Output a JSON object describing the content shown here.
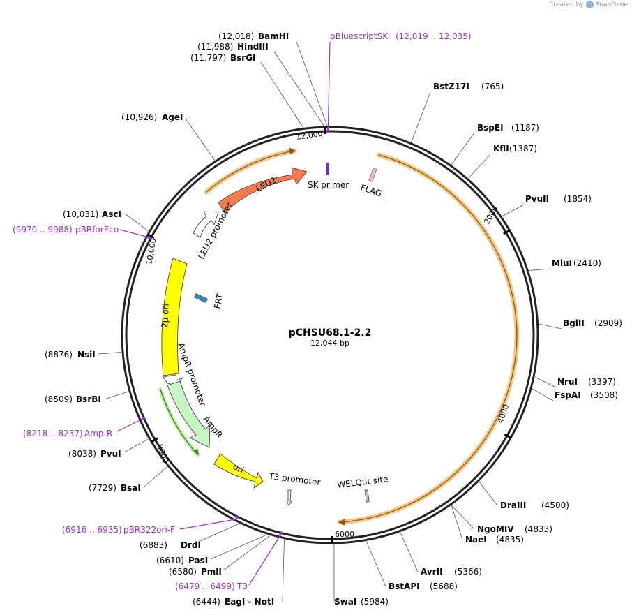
{
  "credit": {
    "prefix": "Created by",
    "brand": "SnapGene",
    "icon": "snapgene-logo-icon"
  },
  "plasmid": {
    "name": "pCHSU68.1-2.2",
    "length_label": "12,044 bp",
    "length": 12044
  },
  "ticks": [
    {
      "pos": 2000,
      "label": "2000"
    },
    {
      "pos": 4000,
      "label": "4000"
    },
    {
      "pos": 6000,
      "label": "6000"
    },
    {
      "pos": 8000,
      "label": "8000"
    },
    {
      "pos": 10000,
      "label": "10,000"
    },
    {
      "pos": 12000,
      "label": "12,000"
    }
  ],
  "sites": [
    {
      "name": "BamHI",
      "pos_label": "(12,018)",
      "pos": 12018,
      "type": "enzyme"
    },
    {
      "name": "HindIII",
      "pos_label": "(11,988)",
      "pos": 11988,
      "type": "enzyme"
    },
    {
      "name": "BsrGI",
      "pos_label": "(11,797)",
      "pos": 11797,
      "type": "enzyme"
    },
    {
      "name": "pBluescriptSK",
      "pos_label": "(12,019 .. 12,035)",
      "pos": 12027,
      "type": "primer"
    },
    {
      "name": "BstZ17I",
      "pos_label": "(765)",
      "pos": 765,
      "type": "enzyme"
    },
    {
      "name": "BspEI",
      "pos_label": "(1187)",
      "pos": 1187,
      "type": "enzyme"
    },
    {
      "name": "KflI",
      "pos_label": "(1387)",
      "pos": 1387,
      "type": "enzyme"
    },
    {
      "name": "PvuII",
      "pos_label": "(1854)",
      "pos": 1854,
      "type": "enzyme"
    },
    {
      "name": "MluI",
      "pos_label": "(2410)",
      "pos": 2410,
      "type": "enzyme"
    },
    {
      "name": "BglII",
      "pos_label": "(2909)",
      "pos": 2909,
      "type": "enzyme"
    },
    {
      "name": "NruI",
      "pos_label": "(3397)",
      "pos": 3397,
      "type": "enzyme"
    },
    {
      "name": "FspAI",
      "pos_label": "(3508)",
      "pos": 3508,
      "type": "enzyme"
    },
    {
      "name": "DraIII",
      "pos_label": "(4500)",
      "pos": 4500,
      "type": "enzyme"
    },
    {
      "name": "NgoMIV",
      "pos_label": "(4833)",
      "pos": 4833,
      "type": "enzyme"
    },
    {
      "name": "NaeI",
      "pos_label": "(4835)",
      "pos": 4835,
      "type": "enzyme"
    },
    {
      "name": "AvrII",
      "pos_label": "(5366)",
      "pos": 5366,
      "type": "enzyme"
    },
    {
      "name": "BstAPI",
      "pos_label": "(5688)",
      "pos": 5688,
      "type": "enzyme"
    },
    {
      "name": "SwaI",
      "pos_label": "(5984)",
      "pos": 5984,
      "type": "enzyme"
    },
    {
      "name": "EagI - NotI",
      "pos_label": "(6444)",
      "pos": 6444,
      "type": "enzyme"
    },
    {
      "name": "T3",
      "pos_label": "(6479 .. 6499)",
      "pos": 6489,
      "type": "primer"
    },
    {
      "name": "PmlI",
      "pos_label": "(6580)",
      "pos": 6580,
      "type": "enzyme"
    },
    {
      "name": "PasI",
      "pos_label": "(6610)",
      "pos": 6610,
      "type": "enzyme"
    },
    {
      "name": "DrdI",
      "pos_label": "(6883)",
      "pos": 6883,
      "type": "enzyme"
    },
    {
      "name": "pBR322ori-F",
      "pos_label": "(6916 .. 6935)",
      "pos": 6925,
      "type": "primer"
    },
    {
      "name": "BsaI",
      "pos_label": "(7729)",
      "pos": 7729,
      "type": "enzyme"
    },
    {
      "name": "PvuI",
      "pos_label": "(8038)",
      "pos": 8038,
      "type": "enzyme"
    },
    {
      "name": "Amp-R",
      "pos_label": "(8218 .. 8237)",
      "pos": 8227,
      "type": "primer"
    },
    {
      "name": "BsrBI",
      "pos_label": "(8509)",
      "pos": 8509,
      "type": "enzyme"
    },
    {
      "name": "NsiI",
      "pos_label": "(8876)",
      "pos": 8876,
      "type": "enzyme"
    },
    {
      "name": "pBRforEco",
      "pos_label": "(9970 .. 9988)",
      "pos": 9979,
      "type": "primer"
    },
    {
      "name": "AscI",
      "pos_label": "(10,031)",
      "pos": 10031,
      "type": "enzyme"
    },
    {
      "name": "AgeI",
      "pos_label": "(10,926)",
      "pos": 10926,
      "type": "enzyme"
    }
  ],
  "features": [
    {
      "name": "LEU2",
      "color": "#f47a50"
    },
    {
      "name": "LEU2 promoter",
      "color": "#ffffff"
    },
    {
      "name": "SK primer",
      "color": "#7a2fb0"
    },
    {
      "name": "FLAG",
      "color": "#f0b6cc"
    },
    {
      "name": "FRT",
      "color": "#3a86b4"
    },
    {
      "name": "2μ ori",
      "color": "#ffff00"
    },
    {
      "name": "AmpR promoter",
      "color": "#ffffff"
    },
    {
      "name": "AmpR",
      "color": "#c8f5c4"
    },
    {
      "name": "ori",
      "color": "#ffff00"
    },
    {
      "name": "T3 promoter",
      "color": "#ffffff"
    },
    {
      "name": "WELQut site",
      "color": "#c0c0c0"
    }
  ],
  "colors": {
    "backbone": "#222222",
    "primer": "#9b30d9",
    "orf_outer": "#f5c88a",
    "orf_line": "#c9881c",
    "green_orf": "#5a9e2a"
  }
}
